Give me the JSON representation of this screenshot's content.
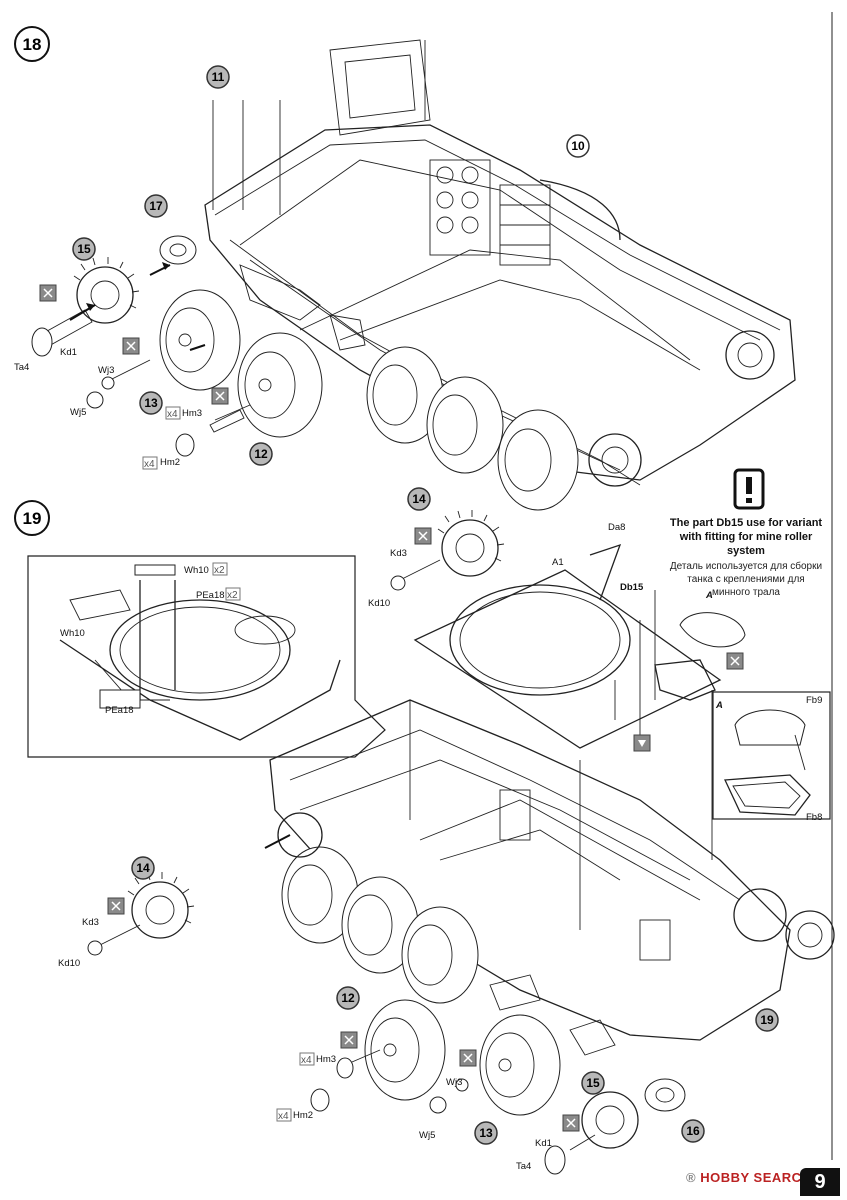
{
  "steps": [
    {
      "number": "18"
    },
    {
      "number": "19"
    }
  ],
  "callouts": {
    "c11": "11",
    "c10": "10",
    "c17": "17",
    "c15_a": "15",
    "c13_a": "13",
    "c12_a": "12",
    "c14_a": "14",
    "c14_b": "14",
    "c12_b": "12",
    "c13_b": "13",
    "c15_b": "15",
    "c16": "16",
    "c19": "19"
  },
  "part_labels": {
    "ta4_a": "Ta4",
    "kd1_a": "Kd1",
    "wj3_a": "Wj3",
    "wj5_a": "Wj5",
    "hm3_a": "Hm3",
    "hm2_a": "Hm2",
    "kd3_a": "Kd3",
    "kd10_a": "Kd10",
    "da8": "Da8",
    "a1": "A1",
    "db15": "Db15",
    "detail_a": "A",
    "wh10_top": "Wh10",
    "pea18_top": "PEa18",
    "wh10_left": "Wh10",
    "pea18_bottom": "PEa18",
    "fb9": "Fb9",
    "fb8": "Fb8",
    "inset_a": "A",
    "kd3_b": "Kd3",
    "kd10_b": "Kd10",
    "hm3_b": "Hm3",
    "hm2_b": "Hm2",
    "wj3_b": "Wj3",
    "wj5_b": "Wj5",
    "kd1_b": "Kd1",
    "ta4_b": "Ta4"
  },
  "quantities": {
    "x4_hm3_a": "x4",
    "x4_hm2_a": "x4",
    "x2_wh10": "x2",
    "x2_pea18": "x2",
    "x4_hm3_b": "x4",
    "x4_hm2_b": "x4"
  },
  "icons": [
    "glue-icon",
    "no-glue-icon",
    "warning-icon"
  ],
  "note": {
    "en_line1": "The part Db15 use for variant",
    "en_line2": "with fitting for mine roller system",
    "ru_line1": "Деталь используется  для сборки",
    "ru_line2": "танка с  креплениями для",
    "ru_line3": "минного трала"
  },
  "watermark": {
    "brand": "HOBBY SEARCH",
    "registered": "®"
  },
  "page_number": "9"
}
